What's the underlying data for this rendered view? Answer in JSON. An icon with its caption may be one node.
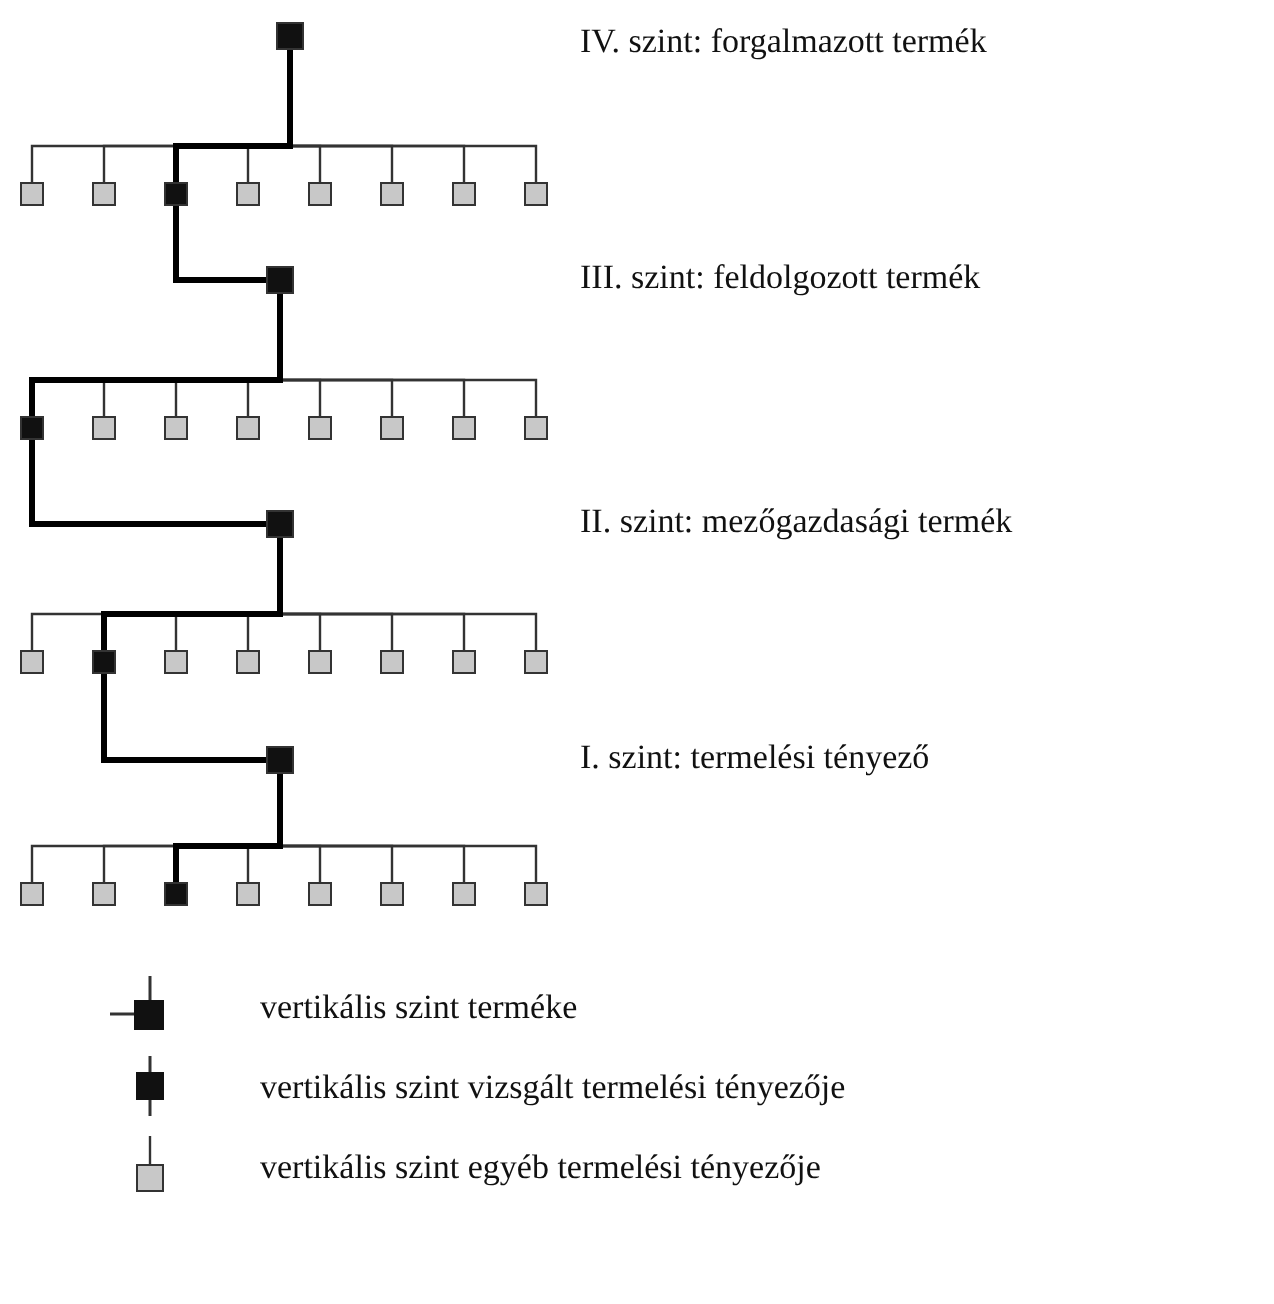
{
  "diagram": {
    "nodes": [
      {
        "text": [],
        "shape": "box"
      },
      {
        "text": [],
        "shape": "box"
      },
      {
        "text": [],
        "shape": "box"
      },
      {
        "text": [],
        "shape": "box"
      },
      {
        "text": [],
        "shape": "box"
      },
      {
        "text": [],
        "shape": "box"
      },
      {
        "text": [],
        "shape": "box"
      },
      {
        "text": [],
        "shape": "box"
      },
      {
        "text": [],
        "shape": "box"
      },
      {
        "text": [],
        "shape": "box"
      },
      {
        "text": [],
        "shape": "box"
      },
      {
        "text": [],
        "shape": "box"
      },
      {
        "text": [],
        "shape": "box"
      },
      {
        "text": [],
        "shape": "box"
      },
      {
        "text": [],
        "shape": "box"
      },
      {
        "text": [],
        "shape": "box"
      },
      {
        "text": [],
        "shape": "box"
      },
      {
        "text": [],
        "shape": "box"
      },
      {
        "text": [],
        "shape": "box"
      },
      {
        "text": [],
        "shape": "box"
      },
      {
        "text": [],
        "shape": "box"
      },
      {
        "text": [],
        "shape": "box"
      },
      {
        "text": [],
        "shape": "box"
      },
      {
        "text": [],
        "shape": "box"
      },
      {
        "text": [],
        "shape": "box"
      },
      {
        "text": [],
        "shape": "box"
      },
      {
        "text": [],
        "shape": "box"
      },
      {
        "text": [],
        "shape": "box"
      },
      {
        "text": [],
        "shape": "box"
      },
      {
        "text": [],
        "shape": "box"
      },
      {
        "text": [],
        "shape": "box"
      },
      {
        "text": [],
        "shape": "box"
      },
      {
        "text": [],
        "shape": "box"
      },
      {
        "text": [],
        "shape": "box"
      },
      {
        "text": [],
        "shape": "box"
      },
      {
        "text": [],
        "shape": "box"
      }
    ],
    "edges": [
      {
        "from": 0,
        "to": 1,
        "arrow": "none"
      },
      {
        "from": 0,
        "to": 2,
        "arrow": "none"
      },
      {
        "from": 0,
        "to": 3,
        "arrow": "none",
        "style": "thick"
      },
      {
        "from": 0,
        "to": 4,
        "arrow": "none"
      },
      {
        "from": 0,
        "to": 5,
        "arrow": "none"
      },
      {
        "from": 0,
        "to": 6,
        "arrow": "none"
      },
      {
        "from": 0,
        "to": 7,
        "arrow": "none"
      },
      {
        "from": 0,
        "to": 8,
        "arrow": "none"
      },
      {
        "from": 3,
        "to": 9,
        "arrow": "none",
        "style": "thick"
      },
      {
        "from": 9,
        "to": 10,
        "arrow": "none",
        "style": "thick"
      },
      {
        "from": 9,
        "to": 11,
        "arrow": "none"
      },
      {
        "from": 9,
        "to": 12,
        "arrow": "none"
      },
      {
        "from": 9,
        "to": 13,
        "arrow": "none"
      },
      {
        "from": 9,
        "to": 14,
        "arrow": "none"
      },
      {
        "from": 9,
        "to": 15,
        "arrow": "none"
      },
      {
        "from": 9,
        "to": 16,
        "arrow": "none"
      },
      {
        "from": 9,
        "to": 17,
        "arrow": "none"
      },
      {
        "from": 10,
        "to": 18,
        "arrow": "none",
        "style": "thick"
      },
      {
        "from": 18,
        "to": 19,
        "arrow": "none"
      },
      {
        "from": 18,
        "to": 20,
        "arrow": "none",
        "style": "thick"
      },
      {
        "from": 18,
        "to": 21,
        "arrow": "none"
      },
      {
        "from": 18,
        "to": 22,
        "arrow": "none"
      },
      {
        "from": 18,
        "to": 23,
        "arrow": "none"
      },
      {
        "from": 18,
        "to": 24,
        "arrow": "none"
      },
      {
        "from": 18,
        "to": 25,
        "arrow": "none"
      },
      {
        "from": 18,
        "to": 26,
        "arrow": "none"
      },
      {
        "from": 20,
        "to": 27,
        "arrow": "none",
        "style": "thick"
      },
      {
        "from": 27,
        "to": 28,
        "arrow": "none"
      },
      {
        "from": 27,
        "to": 29,
        "arrow": "none"
      },
      {
        "from": 27,
        "to": 30,
        "arrow": "none",
        "style": "thick"
      },
      {
        "from": 27,
        "to": 31,
        "arrow": "none"
      },
      {
        "from": 27,
        "to": 32,
        "arrow": "none"
      },
      {
        "from": 27,
        "to": 33,
        "arrow": "none"
      },
      {
        "from": 27,
        "to": 34,
        "arrow": "none"
      },
      {
        "from": 27,
        "to": 35,
        "arrow": "none"
      }
    ],
    "labels": [
      "IV. szint: forgalmazott termék",
      "III. szint: feldolgozott termék",
      "II. szint: mezőgazdasági termék",
      "I. szint: termelési tényező"
    ],
    "legend": [
      {
        "text": "vertikális szint terméke"
      },
      {
        "text": "vertikális szint vizsgált termelési tényezője"
      },
      {
        "text": "vertikális szint egyéb termelési tényezője"
      }
    ]
  }
}
